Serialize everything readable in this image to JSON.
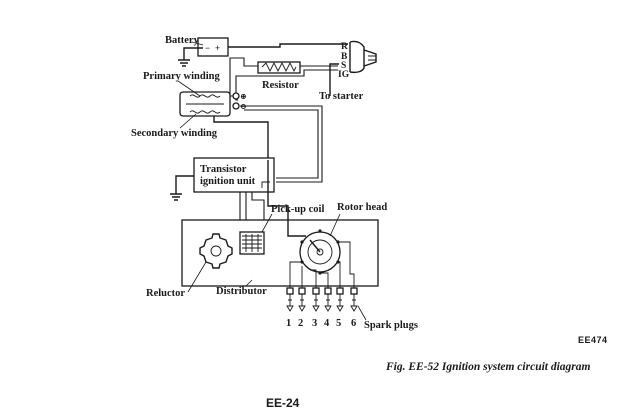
{
  "labels": {
    "battery": "Battery",
    "primary_winding": "Primary winding",
    "resistor": "Resistor",
    "to_starter": "To starter",
    "secondary_winding": "Secondary winding",
    "transistor_line1": "Transistor",
    "transistor_line2": "ignition unit",
    "pickup_coil": "Pick-up coil",
    "rotor_head": "Rotor head",
    "reluctor": "Reluctor",
    "distributor": "Distributor",
    "spark_plugs": "Spark plugs"
  },
  "switch_terminals": [
    "R",
    "B",
    "S",
    "IG"
  ],
  "plug_numbers": [
    "1",
    "2",
    "3",
    "4",
    "5",
    "6"
  ],
  "figure": {
    "code": "EE474",
    "caption": "Fig. EE-52  Ignition system circuit diagram",
    "page_number": "EE-24"
  },
  "colors": {
    "ink": "#1a1a1a",
    "paper": "#ffffff"
  }
}
